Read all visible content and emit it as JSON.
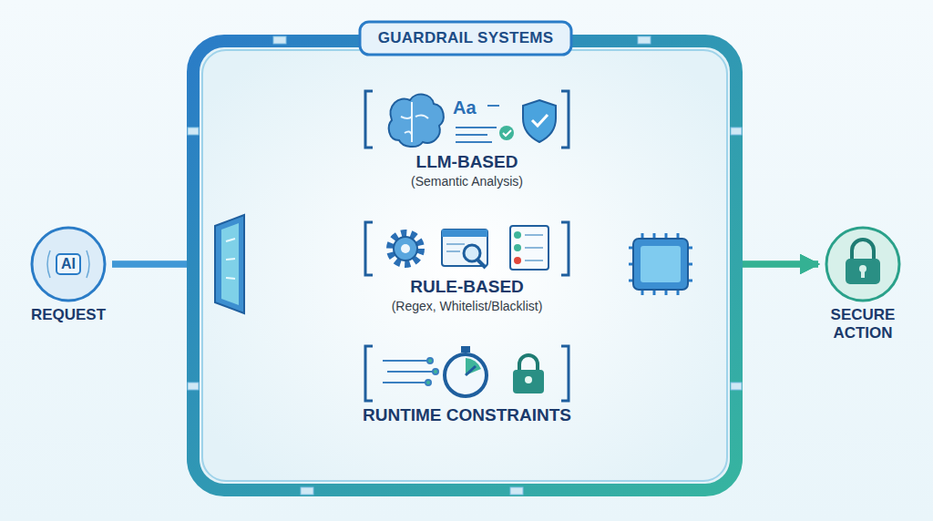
{
  "diagram": {
    "title": "GUARDRAIL SYSTEMS",
    "nodes": [
      {
        "text": [
          "AI",
          "REQUEST"
        ]
      },
      {
        "text": [
          "GUARDRAIL SYSTEMS"
        ]
      },
      {
        "text": [
          "LLM-BASED",
          "(Semantic Analysis)"
        ],
        "in": 1
      },
      {
        "text": [
          "RULE-BASED",
          "(Regex, Whitelist/Blacklist)"
        ],
        "in": 1
      },
      {
        "text": [
          "RUNTIME CONSTRAINTS"
        ],
        "in": 1
      },
      {
        "text": [
          "SECURE ACTION"
        ]
      }
    ],
    "edges": [
      {
        "from": 0,
        "to": 2,
        "arrow": "to"
      },
      {
        "from": 0,
        "to": 3,
        "arrow": "to"
      },
      {
        "from": 0,
        "to": 4,
        "arrow": "to"
      },
      {
        "from": 2,
        "to": 5,
        "arrow": "to"
      },
      {
        "from": 3,
        "to": 5,
        "arrow": "to"
      },
      {
        "from": 4,
        "to": 5,
        "arrow": "to"
      }
    ],
    "labels": [
      "Aa"
    ]
  }
}
